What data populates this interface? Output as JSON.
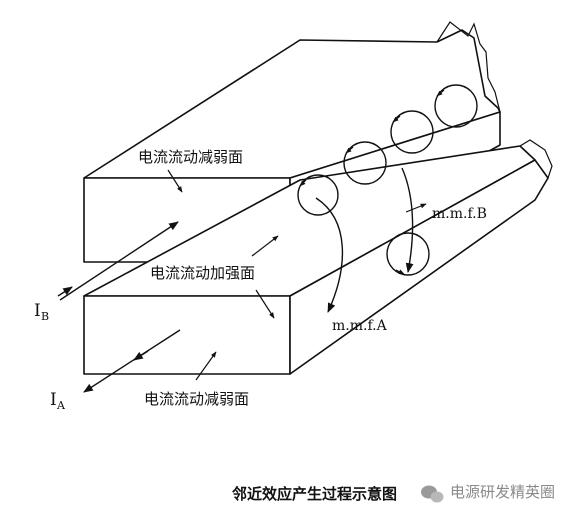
{
  "labels": {
    "top_weakened": "电流流动减弱面",
    "middle_strengthened": "电流流动加强面",
    "bottom_weakened": "电流流动减弱面",
    "mmf_b": "m.m.f.B",
    "mmf_a": "m.m.f.A",
    "current_b": "I",
    "current_b_sub": "B",
    "current_a": "I",
    "current_a_sub": "A"
  },
  "caption": "邻近效应产生过程示意图",
  "watermark": "电源研发精英圈"
}
